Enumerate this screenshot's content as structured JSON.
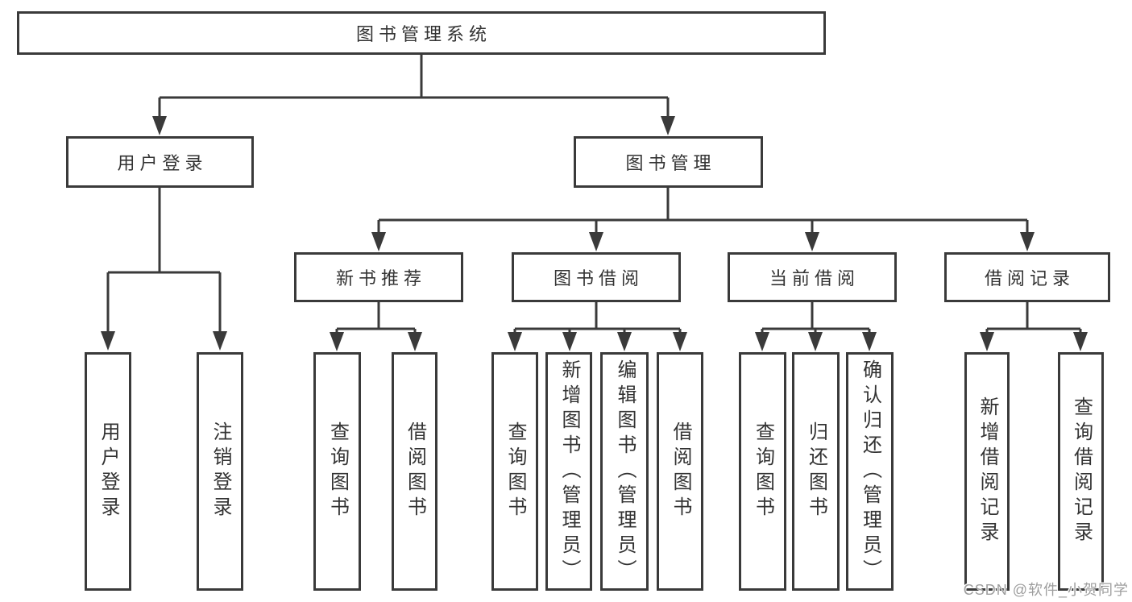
{
  "tree": {
    "root": {
      "label": "图书管理系统",
      "children": [
        {
          "label": "用户登录",
          "children": [
            {
              "label": "用户登录"
            },
            {
              "label": "注销登录"
            }
          ]
        },
        {
          "label": "图书管理",
          "children": [
            {
              "label": "新书推荐",
              "children": [
                {
                  "label": "查询图书"
                },
                {
                  "label": "借阅图书"
                }
              ]
            },
            {
              "label": "图书借阅",
              "children": [
                {
                  "label": "查询图书"
                },
                {
                  "label": "新增图书（管理员）"
                },
                {
                  "label": "编辑图书（管理员）"
                },
                {
                  "label": "借阅图书"
                }
              ]
            },
            {
              "label": "当前借阅",
              "children": [
                {
                  "label": "查询图书"
                },
                {
                  "label": "归还图书"
                },
                {
                  "label": "确认归还（管理员）"
                }
              ]
            },
            {
              "label": "借阅记录",
              "children": [
                {
                  "label": "新增借阅记录"
                },
                {
                  "label": "查询借阅记录"
                }
              ]
            }
          ]
        }
      ]
    }
  },
  "watermark": {
    "text": "CSDN @软件_小贺同学"
  },
  "colors": {
    "line": "#3a3a3a",
    "box_border": "#3a3a3a",
    "text": "#333333",
    "watermark": "#9e9e9e",
    "background": "#ffffff"
  }
}
